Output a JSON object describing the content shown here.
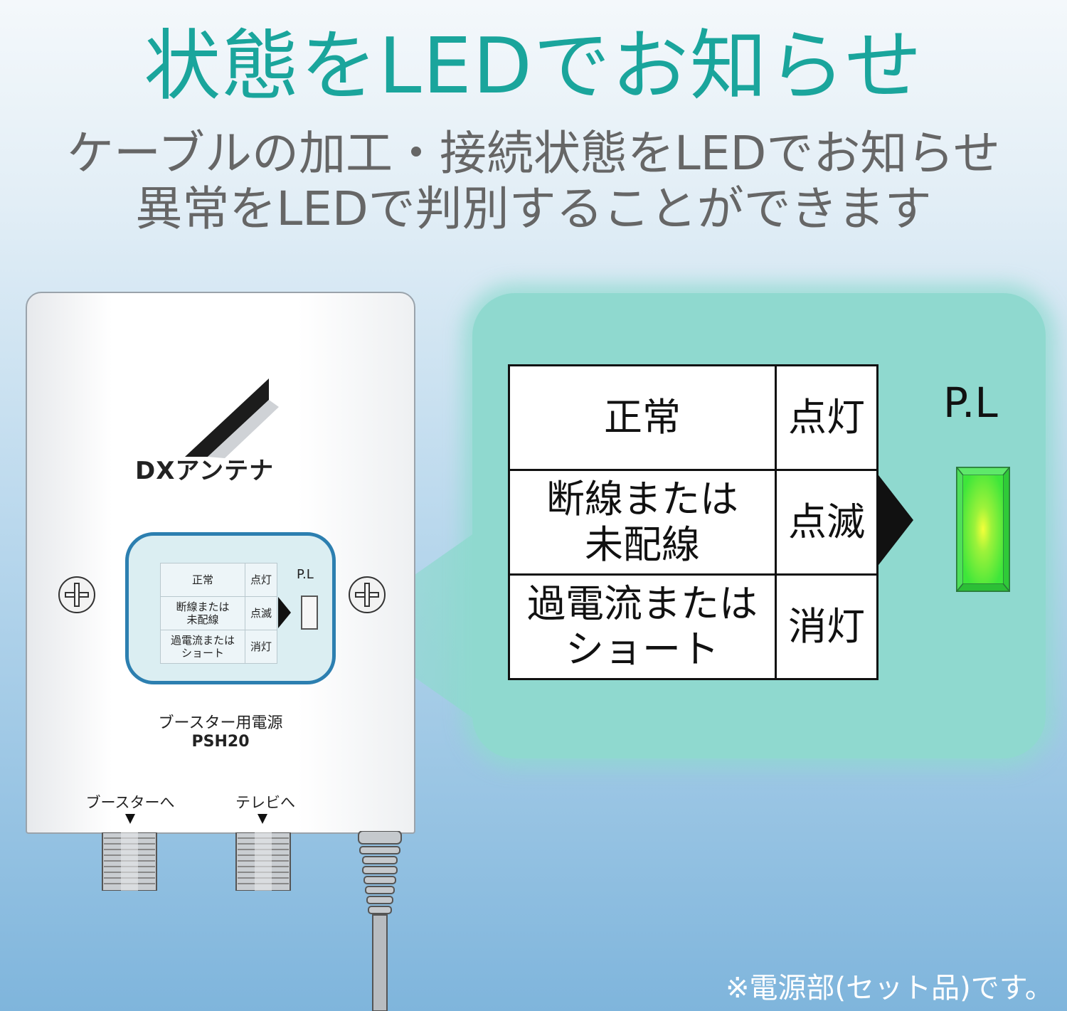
{
  "headline": "状態をLEDでお知らせ",
  "subtitle_line1": "ケーブルの加工・接続状態をLEDでお知らせ",
  "subtitle_line2": "異常をLEDで判別することができます",
  "device": {
    "brand": "DXアンテナ",
    "product_name": "ブースター用電源",
    "model": "PSH20",
    "port_booster": "ブースターへ",
    "port_tv": "テレビへ",
    "indicator_label": "P.L"
  },
  "status_table": {
    "rows": [
      {
        "state": "正常",
        "led": "点灯"
      },
      {
        "state_line1": "断線または",
        "state_line2": "未配線",
        "led": "点滅"
      },
      {
        "state_line1": "過電流または",
        "state_line2": "ショート",
        "led": "消灯"
      }
    ]
  },
  "led_label": "P.L",
  "footnote": "※電源部(セット品)です。",
  "colors": {
    "headline": "#1aa59c",
    "panel": "#8fd9cf",
    "led": "#3ee63a",
    "panel_border": "#2c7fb0"
  },
  "icons": [
    "screw-icon",
    "triangle-down-icon",
    "arrow-right-icon",
    "led-icon"
  ]
}
